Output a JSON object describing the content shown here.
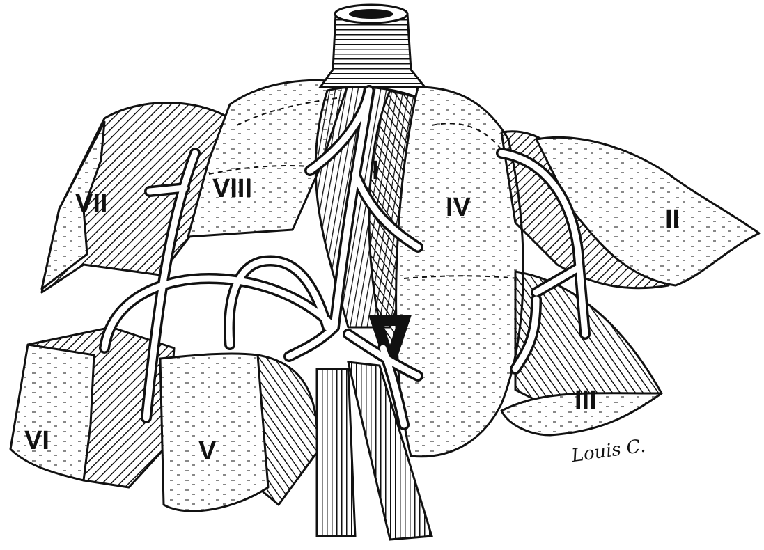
{
  "segments": {
    "I": "I",
    "II": "II",
    "III": "III",
    "IV": "IV",
    "V": "V",
    "VI": "VI",
    "VII": "VII",
    "VIII": "VIII"
  },
  "signature": "Louis C."
}
